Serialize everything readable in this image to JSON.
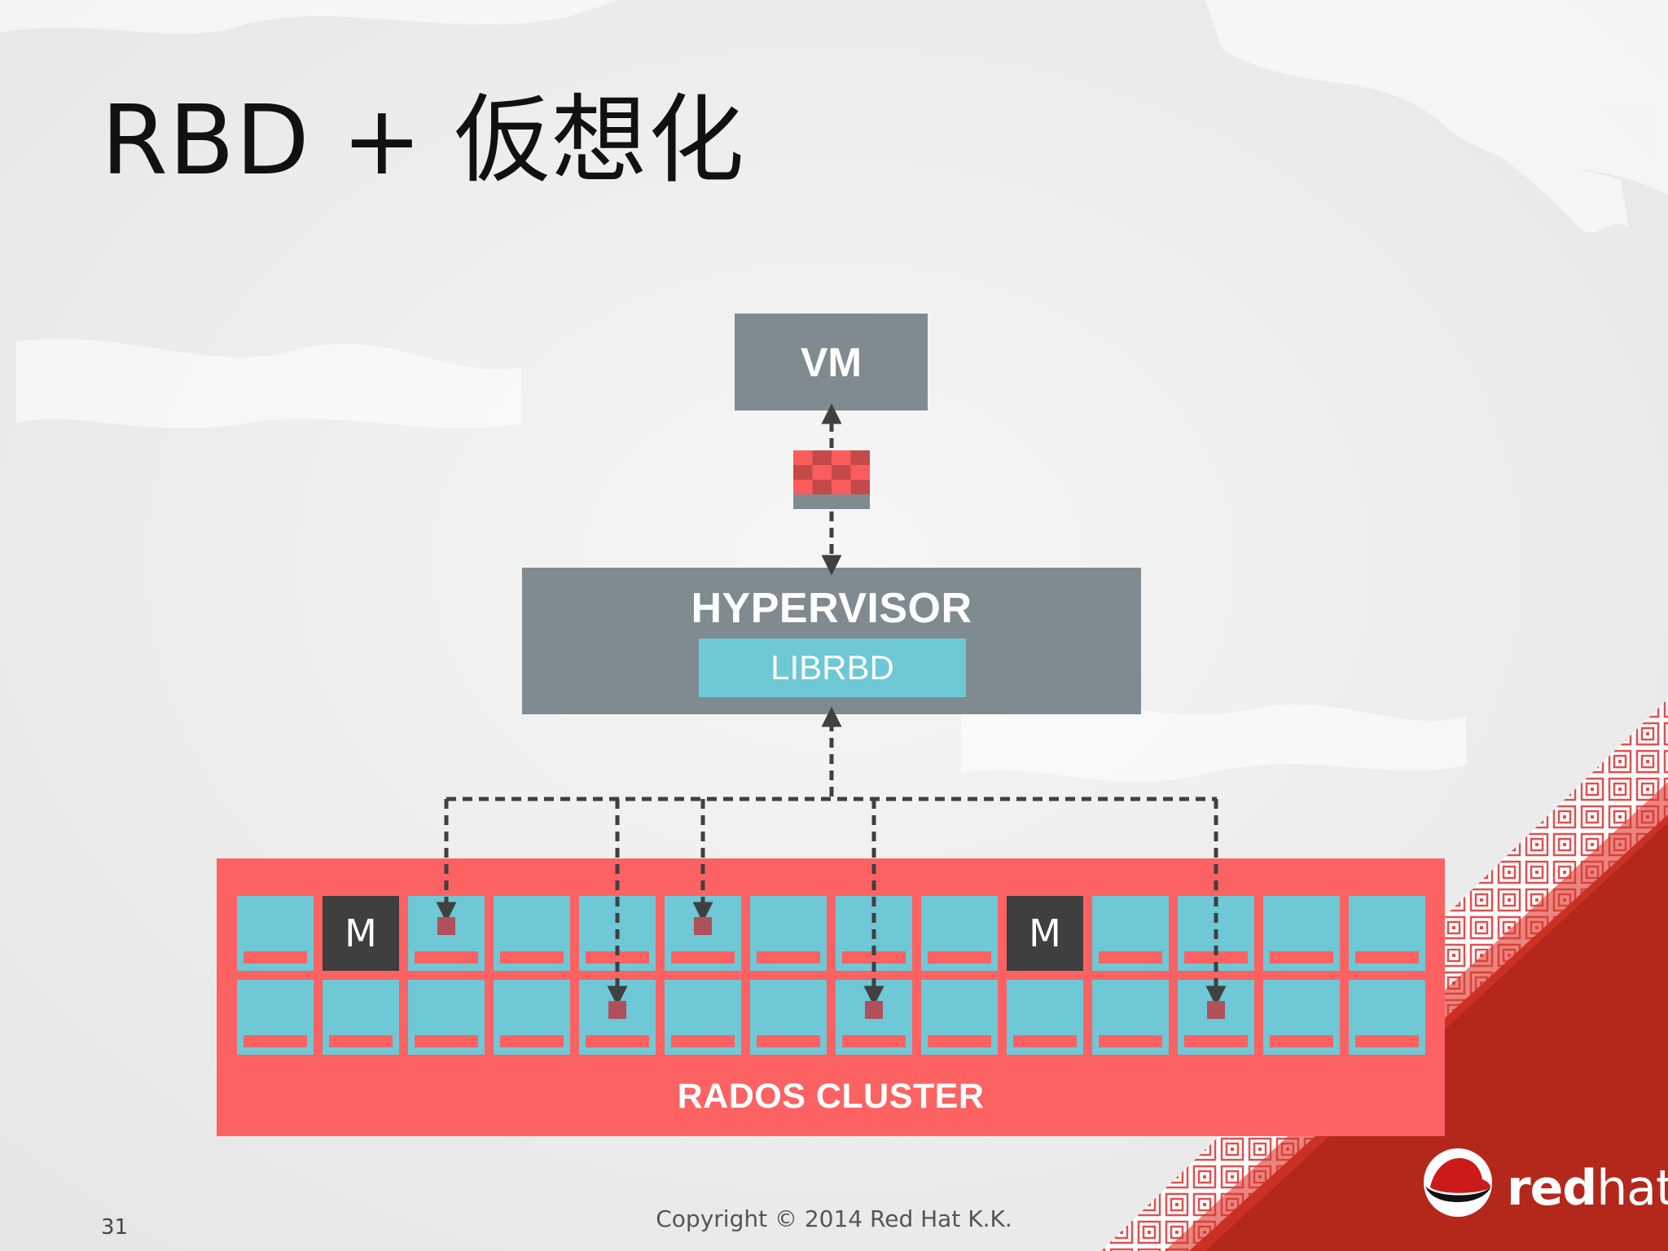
{
  "slide": {
    "title": "RBD + 仮想化",
    "page_number": "31",
    "copyright": "Copyright © 2014 Red Hat K.K.",
    "logo": {
      "text_bold": "red",
      "text_light": "hat"
    }
  },
  "diagram": {
    "vm_label": "VM",
    "hypervisor_label": "HYPERVISOR",
    "librbd_label": "LIBRBD",
    "cluster_label": "RADOS CLUSTER",
    "monitor_label": "M",
    "monitor_label_2": "M"
  },
  "colors": {
    "gray_box": "#7f8b91",
    "teal": "#6ec8d6",
    "red": "#fd6262",
    "dark_red": "#b22a1e",
    "monitor": "#3f3f3f",
    "object": "#b0505a"
  }
}
